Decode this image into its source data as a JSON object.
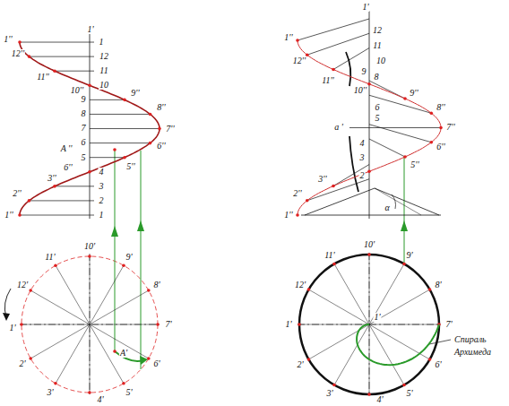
{
  "diagram": {
    "labels": [
      "1''",
      "1'",
      "1",
      "12''",
      "12",
      "11''",
      "11",
      "10''",
      "10",
      "9''",
      "9",
      "8''",
      "8",
      "7''",
      "7",
      "6''",
      "6",
      "A ''",
      "5''",
      "5",
      "6''",
      "4",
      "3''",
      "3",
      "2''",
      "2",
      "1''",
      "1",
      "10'",
      "11'",
      "9'",
      "12'",
      "8'",
      "1'",
      "7'",
      "A'",
      "2'",
      "6'",
      "3'",
      "5'",
      "4'",
      "1'",
      "12",
      "1''",
      "11",
      "12''",
      "10",
      "9",
      "8",
      "11''",
      "10''",
      "9''",
      "8''",
      "6",
      "5",
      "a '",
      "7''",
      "4",
      "6''",
      "3",
      "5''",
      "2",
      "3''",
      "2''",
      "1''",
      "α",
      "10'",
      "11'",
      "9'",
      "12'",
      "8'",
      "1'",
      "1'",
      "7'",
      "Спираль Архимеда",
      "2'",
      "6'",
      "3'",
      "5'",
      "4'"
    ]
  }
}
